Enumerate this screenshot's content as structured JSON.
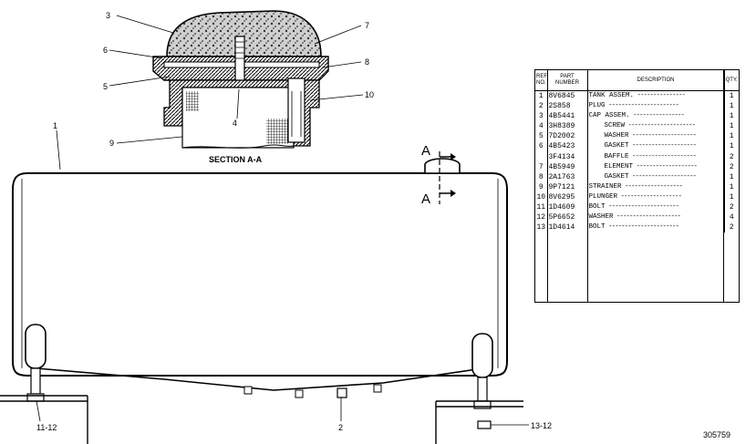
{
  "section_view": {
    "title": "SECTION A-A",
    "callouts": {
      "c3": "3",
      "c6": "6",
      "c5": "5",
      "c4": "4",
      "c9": "9",
      "c7": "7",
      "c8": "8",
      "c10": "10"
    }
  },
  "tank_view": {
    "callouts": {
      "c1": "1",
      "c2": "2",
      "c11_12": "11-12",
      "c13_12": "13-12"
    },
    "section_marker_top": "A",
    "section_marker_bottom": "A"
  },
  "parts_table": {
    "headers": {
      "ref": "REF. NO.",
      "part": "PART NUMBER",
      "desc": "DESCRIPTION",
      "qty": "QTY."
    },
    "rows": [
      {
        "ref": "1",
        "part": "8V6845",
        "desc": "TANK ASSEM.",
        "indent": false,
        "qty": "1"
      },
      {
        "ref": "2",
        "part": "2S858",
        "desc": "PLUG",
        "indent": false,
        "qty": "1"
      },
      {
        "ref": "3",
        "part": "4B5441",
        "desc": "CAP ASSEM.",
        "indent": false,
        "qty": "1"
      },
      {
        "ref": "4",
        "part": "3H8389",
        "desc": "SCREW",
        "indent": true,
        "qty": "1"
      },
      {
        "ref": "5",
        "part": "7D2002",
        "desc": "WASHER",
        "indent": true,
        "qty": "1"
      },
      {
        "ref": "6",
        "part": "4B5423",
        "desc": "GASKET",
        "indent": true,
        "qty": "1"
      },
      {
        "ref": "",
        "part": "3F4134",
        "desc": "BAFFLE",
        "indent": true,
        "qty": "2"
      },
      {
        "ref": "7",
        "part": "4B5949",
        "desc": "ELEMENT",
        "indent": true,
        "qty": "2"
      },
      {
        "ref": "8",
        "part": "2A1763",
        "desc": "GASKET",
        "indent": true,
        "qty": "1"
      },
      {
        "ref": "9",
        "part": "9P7121",
        "desc": "STRAINER",
        "indent": false,
        "qty": "1"
      },
      {
        "ref": "10",
        "part": "8V6295",
        "desc": "PLUNGER",
        "indent": false,
        "qty": "1"
      },
      {
        "ref": "11",
        "part": "1D4609",
        "desc": "BOLT",
        "indent": false,
        "qty": "2"
      },
      {
        "ref": "12",
        "part": "5P6652",
        "desc": "WASHER",
        "indent": false,
        "qty": "4"
      },
      {
        "ref": "13",
        "part": "1D4614",
        "desc": "BOLT",
        "indent": false,
        "qty": "2"
      }
    ]
  },
  "figure_number": "305759",
  "ink_color": "#000000"
}
